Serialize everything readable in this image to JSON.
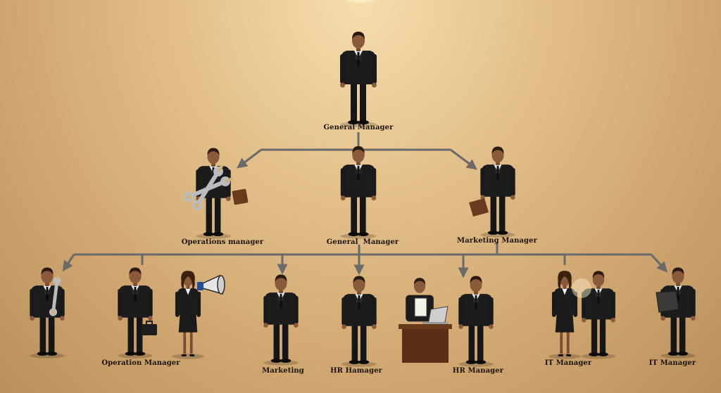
{
  "diagram": {
    "top": {
      "label": "General Manager"
    },
    "middle": [
      {
        "label": "Operations manager"
      },
      {
        "label": "General  Manager"
      },
      {
        "label": "Marketing Manager"
      }
    ],
    "bottom": [
      {
        "label": "Operation Manager"
      },
      {
        "label": "Marketing"
      },
      {
        "label": "HR Hamager"
      },
      {
        "label": "HR Manager"
      },
      {
        "label": "IT Manager"
      },
      {
        "label": "IT Manager"
      }
    ]
  },
  "colors": {
    "background": "#d9b47c",
    "connector": "#6a6a6a",
    "suit": "#151515",
    "skin": "#8a5a3a",
    "desk": "#5a2e17"
  }
}
